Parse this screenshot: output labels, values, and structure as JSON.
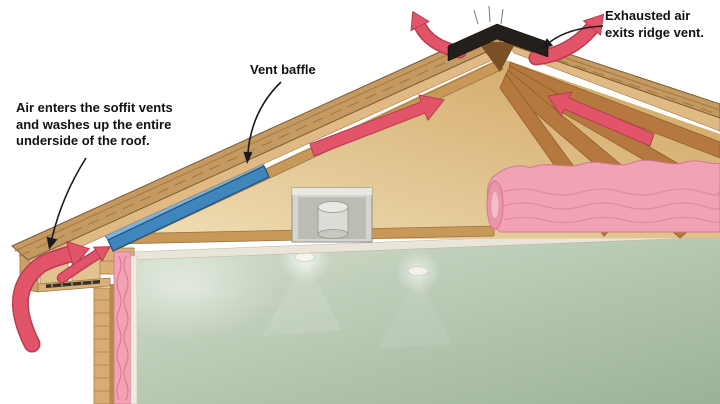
{
  "figure": {
    "subject": "roof-ventilation-cutaway-diagram",
    "labels": {
      "soffit": {
        "lines": [
          "Air enters the soffit vents",
          "and washes up the entire",
          "underside of the roof."
        ]
      },
      "baffle": {
        "text": "Vent baffle"
      },
      "ridge": {
        "lines": [
          "Exhausted air",
          "exits ridge vent."
        ]
      }
    },
    "colors": {
      "arrow_red": "#e25568",
      "arrow_red_dark": "#b83a50",
      "baffle_blue": "#3f86bc",
      "baffle_blue_light": "#77b3dc",
      "insulation_pink": "#f2a2b4",
      "insulation_pink_dark": "#d07890",
      "ceiling_green": "#b7c9b2",
      "shingle": "#c49a62",
      "shingle_dark": "#a87e47",
      "deck_wood": "#e0ba84",
      "framing_wood": "#c79858",
      "rafter_wood": "#b5793f",
      "siding_tan": "#d8ac70",
      "ridge_cap": "#241f1a",
      "label_text": "#111111"
    }
  }
}
